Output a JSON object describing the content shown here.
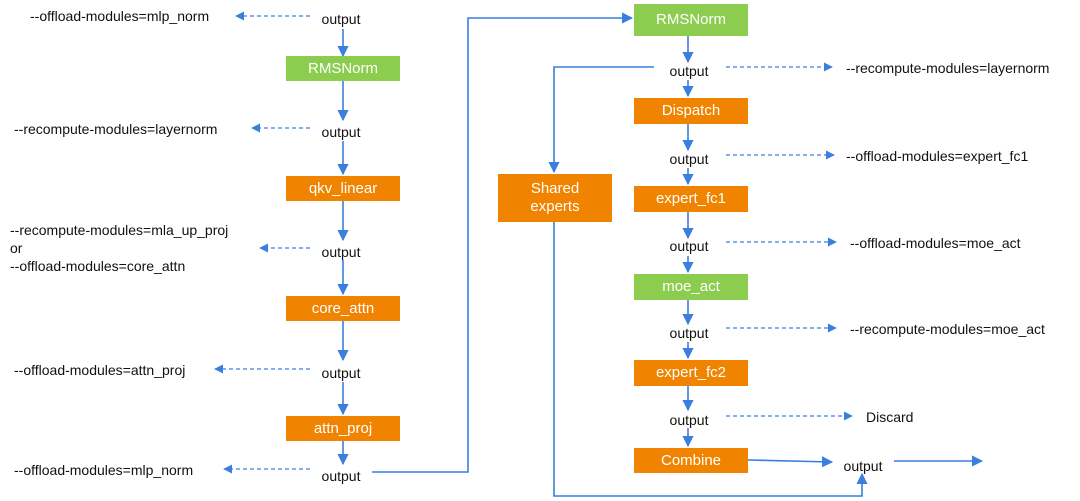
{
  "left_column": {
    "out0": "output",
    "rmsnorm": "RMSNorm",
    "out1": "output",
    "qkv_linear": "qkv_linear",
    "out2": "output",
    "core_attn": "core_attn",
    "out3": "output",
    "attn_proj": "attn_proj",
    "out4": "output"
  },
  "left_annotations": {
    "a0": "--offload-modules=mlp_norm",
    "a1": "--recompute-modules=layernorm",
    "a2_line1": "--recompute-modules=mla_up_proj",
    "a2_line2": "or",
    "a2_line3": "--offload-modules=core_attn",
    "a3": "--offload-modules=attn_proj",
    "a4": "--offload-modules=mlp_norm"
  },
  "right_column": {
    "rmsnorm": "RMSNorm",
    "out1": "output",
    "dispatch": "Dispatch",
    "out2": "output",
    "expert_fc1": "expert_fc1",
    "out3": "output",
    "moe_act": "moe_act",
    "out4": "output",
    "expert_fc2": "expert_fc2",
    "out5": "output",
    "combine": "Combine",
    "final_out": "output",
    "shared_experts_line1": "Shared",
    "shared_experts_line2": "experts"
  },
  "right_annotations": {
    "r1": "--recompute-modules=layernorm",
    "r2": "--offload-modules=expert_fc1",
    "r3": "--offload-modules=moe_act",
    "r4": "--recompute-modules=moe_act",
    "r5": "Discard"
  },
  "colors": {
    "orange_box": "#f08300",
    "green_box": "#8ccd4f",
    "arrow_blue": "#3a7ee0"
  }
}
